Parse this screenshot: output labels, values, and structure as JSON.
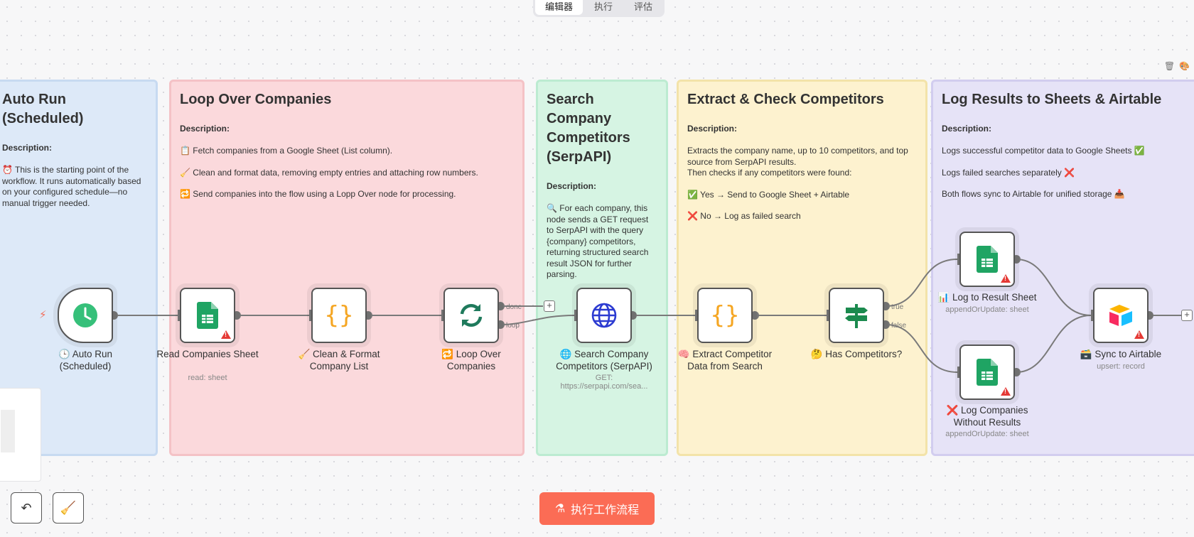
{
  "tabs": [
    "编辑器",
    "执行",
    "评估"
  ],
  "stickies": {
    "auto_run": {
      "title": "Auto Run (Scheduled)",
      "desc_label": "Description:",
      "lines": [
        "⏰ This is the starting point of the workflow. It runs automatically based on your configured schedule—no manual trigger needed."
      ]
    },
    "loop": {
      "title": "Loop Over Companies",
      "desc_label": "Description:",
      "lines": [
        "📋 Fetch companies from a Google Sheet (List column).",
        "🧹 Clean and format data, removing empty entries and attaching row numbers.",
        "🔁 Send companies into the flow using a Lopp Over node for processing."
      ]
    },
    "search": {
      "title": "Search Company Competitors (SerpAPI)",
      "desc_label": "Description:",
      "lines": [
        "🔍 For each company, this node sends a GET request to SerpAPI with the query {company} competitors, returning structured search result JSON for further parsing."
      ]
    },
    "extract": {
      "title": "Extract & Check Competitors",
      "desc_label": "Description:",
      "lines": [
        "Extracts the company name, up to 10 competitors, and top source from SerpAPI results.",
        "Then checks if any competitors were found:",
        "✅ Yes → Send to Google Sheet + Airtable",
        "❌ No → Log as failed search"
      ]
    },
    "log": {
      "title": "Log Results to Sheets & Airtable",
      "desc_label": "Description:",
      "lines": [
        "Logs successful competitor data to Google Sheets ✅",
        "Logs failed searches separately ❌",
        "Both flows sync to Airtable for unified storage 📥"
      ]
    }
  },
  "nodes": {
    "auto_run": {
      "label": "🕒 Auto Run (Scheduled)",
      "icon": "clock-icon"
    },
    "read_sheet": {
      "label": "Read Companies Sheet",
      "sub": "read: sheet",
      "icon": "google-sheets-icon"
    },
    "clean": {
      "label": "🧹 Clean & Format Company List",
      "icon": "code-braces-icon"
    },
    "loop": {
      "label": "🔁 Loop Over Companies",
      "icon": "loop-icon"
    },
    "search": {
      "label": "🌐 Search Company Competitors (SerpAPI)",
      "sub": "GET: https://serpapi.com/sea...",
      "icon": "globe-icon"
    },
    "extract": {
      "label": "🧠 Extract Competitor Data from Search",
      "icon": "code-braces-icon"
    },
    "has_comp": {
      "label": "🤔 Has Competitors?",
      "icon": "signpost-icon"
    },
    "log_result": {
      "label": "📊 Log to Result Sheet",
      "sub": "appendOrUpdate: sheet",
      "icon": "google-sheets-icon"
    },
    "log_fail": {
      "label": "❌ Log Companies Without Results",
      "sub": "appendOrUpdate: sheet",
      "icon": "google-sheets-icon"
    },
    "airtable": {
      "label": "🗃️ Sync to Airtable",
      "sub": "upsert: record",
      "icon": "airtable-icon"
    }
  },
  "edge_labels": {
    "done": "done",
    "loop": "loop",
    "true": "true",
    "false": "false"
  },
  "run_button": "执行工作流程",
  "colors": {
    "run": "#fb6c55",
    "sheets_green": "#1fa463",
    "code_orange": "#f5a623"
  }
}
